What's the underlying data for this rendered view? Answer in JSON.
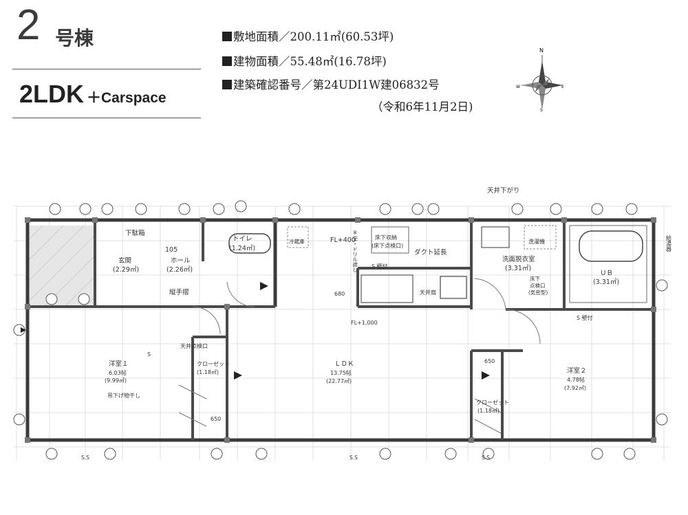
{
  "header": {
    "number": "2",
    "building": "号棟",
    "layout": "2LDK",
    "carspace": "＋Carspace"
  },
  "specs": {
    "site_area": "敷地面積／200.11㎡(60.53坪)",
    "floor_area": "建物面積／55.48㎡(16.78坪)",
    "permit": "建築確認番号／第24UDI1W建06832号",
    "permit_date": "（令和6年11月2日)"
  },
  "compass": {
    "n": "N",
    "s": "S",
    "e": "E",
    "w": "W"
  },
  "plan": {
    "labels": {
      "ceiling_down": "天井下がり",
      "shoe_box": "下駄箱",
      "entrance": "玄関",
      "entrance_area": "(2.29㎡)",
      "hall": "ホール",
      "hall_area": "(2.26㎡)",
      "hall_dim": "105",
      "handrail": "縦手摺",
      "toilet": "トイレ",
      "toilet_area": "(1.24㎡)",
      "fridge": "冷蔵庫",
      "fl400": "FL+400",
      "underfloor": "床下収納",
      "underfloor_sub": "(床下点検口)",
      "duct": "ダクト延長",
      "ihsign": "※IH・ドリル遮し",
      "sheeting": "S 壁付",
      "dim_680": "680",
      "ceiling_fan": "天井扇",
      "fl1000": "FL+1,000",
      "washer": "洗濯機",
      "washroom": "洗面脱衣室",
      "washroom_area": "(3.31㎡)",
      "underfloor_insp": "床下",
      "underfloor_insp2": "点検口",
      "underfloor_insp3": "(気密型)",
      "ub": "ＵＢ",
      "ub_area": "(3.31㎡)",
      "s_wall": "S 壁付",
      "attic": "天井点検口",
      "s_mark": "S",
      "closet1": "クローゼット",
      "closet1_area": "(1.18㎡)",
      "room1": "洋室１",
      "room1_jo": "6.03帖",
      "room1_area": "(9.99㎡)",
      "drying": "吊下げ物干し",
      "dim_650a": "650",
      "ldk": "ＬＤＫ",
      "ldk_jo": "13.75帖",
      "ldk_area": "(22.77㎡)",
      "dim_650b": "650",
      "closet2": "クローゼット",
      "closet2_area": "(1.18㎡)",
      "room2": "洋室２",
      "room2_jo": "4.78帖",
      "room2_area": "(7.92㎡)",
      "ss1": "S.S",
      "ss2": "S.S",
      "ss3": "S.S",
      "gas_meter": "給湯器"
    }
  }
}
